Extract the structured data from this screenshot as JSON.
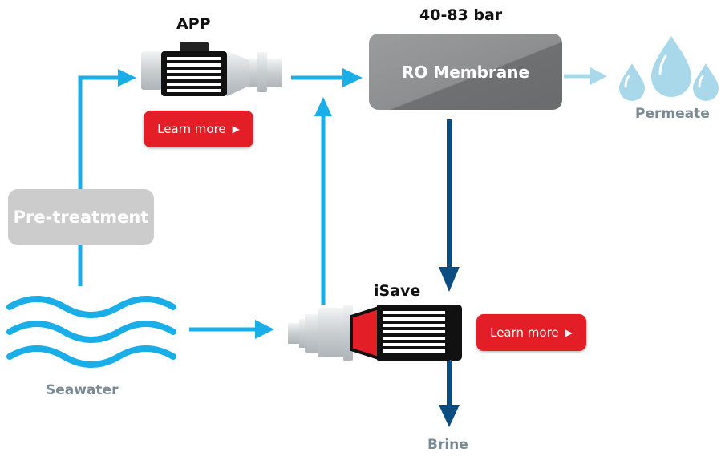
{
  "diagram": {
    "app_label": "APP",
    "pressure_label": "40-83 bar",
    "membrane_label": "RO Membrane",
    "permeate_label": "Permeate",
    "pretreatment_label": "Pre-treatment",
    "seawater_label": "Seawater",
    "isave_label": "iSave",
    "brine_label": "Brine",
    "learn_more_app": "Learn more",
    "learn_more_isave": "Learn more"
  },
  "colors": {
    "flow_light_blue": "#1aaee8",
    "brine_dark_blue": "#0b4d80",
    "permeate_blue": "#a9d8ea",
    "button_red": "#e41e26",
    "pretreatment_grey": "#cccccc",
    "membrane_grey": "#888a8c",
    "seawater_blue": "#1aaee8"
  }
}
